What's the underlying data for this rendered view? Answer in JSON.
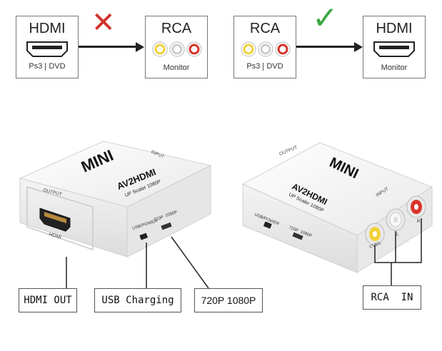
{
  "diagram1": {
    "source": {
      "title": "HDMI",
      "subtitle_a": "Ps3",
      "subtitle_b": "DVD"
    },
    "target": {
      "title": "RCA",
      "subtitle": "Monitor"
    },
    "mark": "✕",
    "mark_color": "#d0342c"
  },
  "diagram2": {
    "source": {
      "title": "RCA",
      "subtitle_a": "Ps3",
      "subtitle_b": "DVD"
    },
    "target": {
      "title": "HDMI",
      "subtitle": "Monitor"
    },
    "mark": "✓",
    "mark_color": "#3aa845"
  },
  "device_front": {
    "brand": "MINI",
    "model": "AV2HDMI",
    "model_sub": "UP Scaler 1080P",
    "input_label": "INPUT",
    "output_label": "OUTPUT",
    "port_label": "HDMI",
    "usb_label": "USB/POWER",
    "switch_label_a": "720P",
    "switch_label_b": "1080P"
  },
  "device_back": {
    "brand": "MINI",
    "model": "AV2HDMI",
    "model_sub": "UP Scaler 1080P",
    "input_label": "INPUT",
    "output_label": "OUTPUT",
    "usb_label": "USB/POWER",
    "switch_label_a": "720P",
    "switch_label_b": "1080P",
    "jack_labels": [
      "CVBS",
      "L",
      "R"
    ]
  },
  "callouts": {
    "hdmi_out": "HDMI OUT",
    "usb_charging": "USB Charging",
    "resolution": "720P 1080P",
    "rca_in": "RCA  IN"
  },
  "colors": {
    "rca_yellow": "#f2d23a",
    "rca_white": "#f4f4f4",
    "rca_red": "#d9342b"
  }
}
